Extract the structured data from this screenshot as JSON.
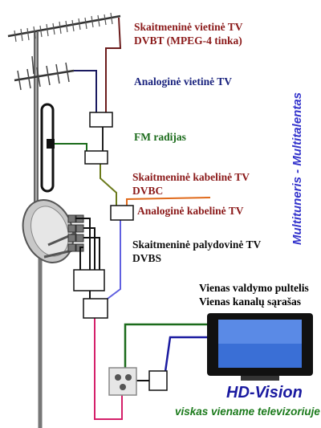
{
  "labels": {
    "dvbt_line1": "Skaitmeninė vietinė TV",
    "dvbt_line2": "DVBT (MPEG-4 tinka)",
    "analog_local": "Analoginė vietinė TV",
    "fm_radio": "FM radijas",
    "digital_cable_line1": "Skaitmeninė kabelinė TV",
    "digital_cable_line2": "DVBC",
    "analog_cable": "Analoginė kabelinė TV",
    "satellite_line1": "Skaitmeninė palydovinė TV",
    "satellite_line2": "DVBS",
    "remote_line1": "Vienas valdymo pultelis",
    "remote_line2": "Vienas kanalų sąrašas",
    "brand": "HD-Vision",
    "slogan": "viskas viename televizoriuje !",
    "vertical_title": "Multituneris - Multitalentas"
  },
  "colors": {
    "dvbt": "#8b1a1a",
    "analog_local": "#1a237e",
    "fm": "#1b6b1b",
    "digital_cable": "#8b1a1a",
    "analog_cable": "#8b1a1a",
    "satellite": "#111111",
    "remote": "#000000",
    "brand": "#1a1aa0",
    "slogan": "#1b7a1b",
    "vertical_title": "#3333cc",
    "wire_dark_red": "#6b1b1b",
    "wire_blue": "#1a1aa0",
    "wire_green": "#1b6b1b",
    "wire_olive": "#6b7a1b",
    "wire_orange": "#e06a1b",
    "wire_pink": "#d4206a",
    "wire_lightblue": "#6060e0"
  }
}
